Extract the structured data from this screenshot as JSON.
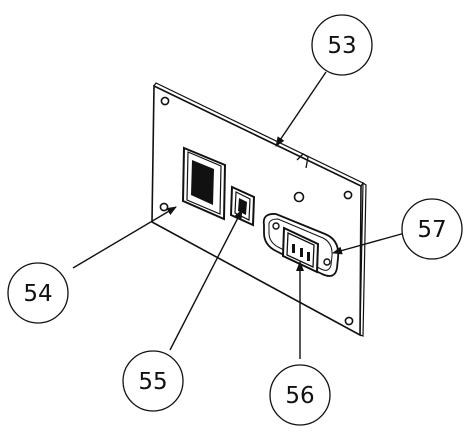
{
  "callouts": [
    {
      "id": "53",
      "label": "53"
    },
    {
      "id": "54",
      "label": "54"
    },
    {
      "id": "55",
      "label": "55"
    },
    {
      "id": "56",
      "label": "56"
    },
    {
      "id": "57",
      "label": "57"
    }
  ],
  "colors": {
    "line": "#111111",
    "background": "#ffffff"
  }
}
